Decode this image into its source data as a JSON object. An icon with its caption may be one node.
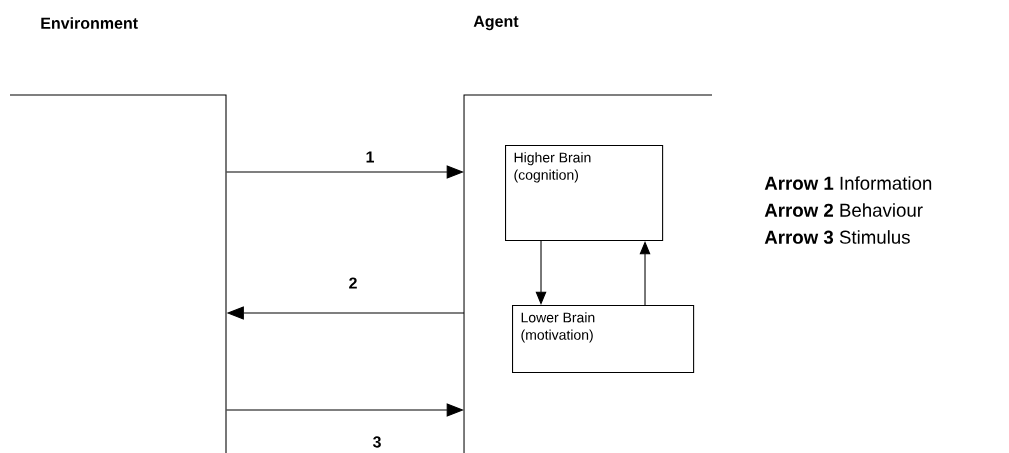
{
  "diagram": {
    "nodes": [
      {
        "text": [
          "Environment"
        ]
      },
      {
        "text": [
          "Agent"
        ]
      },
      {
        "text": [
          "Higher Brain (cognition)"
        ],
        "in": 1
      },
      {
        "text": [
          "Lower Brain (motivation)"
        ],
        "in": 1
      }
    ],
    "edges": [
      {
        "from": 0,
        "to": 1,
        "arrow": "to",
        "label": "1"
      },
      {
        "from": 1,
        "to": 0,
        "arrow": "to",
        "label": "2"
      },
      {
        "from": 0,
        "to": 1,
        "arrow": "to",
        "label": "3"
      },
      {
        "from": 2,
        "to": 3,
        "arrow": "to"
      },
      {
        "from": 3,
        "to": 2,
        "arrow": "to"
      }
    ],
    "labels": [
      "**Arrow 1** Information",
      "**Arrow 2** Behaviour",
      "**Arrow 3** Stimulus"
    ]
  }
}
